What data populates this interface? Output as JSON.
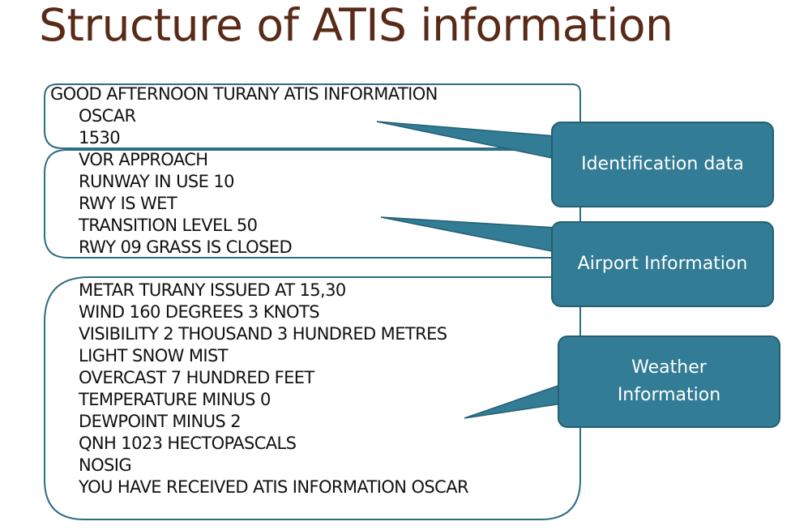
{
  "slide": {
    "title": "Structure of ATIS information"
  },
  "identification": {
    "lines": [
      "GOOD AFTERNOON TURANY ATIS INFORMATION",
      "OSCAR",
      "1530"
    ]
  },
  "airport": {
    "lines": [
      "VOR APPROACH",
      "RUNWAY IN USE 10",
      "RWY IS WET",
      "TRANSITION LEVEL 50",
      "RWY 09 GRASS IS CLOSED"
    ]
  },
  "weather": {
    "lines": [
      "METAR TURANY ISSUED AT 15,30",
      "WIND 160 DEGREES 3 KNOTS",
      "VISIBILITY 2 THOUSAND 3 HUNDRED METRES",
      "LIGHT SNOW MIST",
      "OVERCAST 7 HUNDRED FEET",
      "TEMPERATURE MINUS 0",
      "DEWPOINT MINUS 2",
      "QNH 1023 HECTOPASCALS",
      "NOSIG",
      "YOU HAVE RECEIVED ATIS INFORMATION OSCAR"
    ]
  },
  "callouts": {
    "identification": "Identification data",
    "airport": "Airport Information",
    "weather_line1": "Weather",
    "weather_line2": "Information"
  },
  "colors": {
    "title": "#5a2a18",
    "callout_fill": "#327c95",
    "callout_border": "#245f73",
    "bracket": "#2e6e83"
  }
}
